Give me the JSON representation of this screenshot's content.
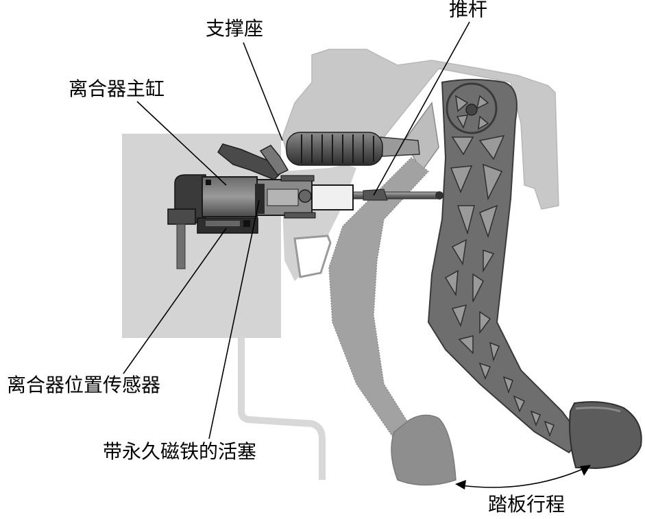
{
  "labels": {
    "support_seat": "支撑座",
    "push_rod": "推杆",
    "master_cylinder": "离合器主缸",
    "position_sensor": "离合器位置传感器",
    "magnet_piston": "带永久磁铁的活塞",
    "pedal_travel": "踏板行程"
  },
  "colors": {
    "bracket_light": "#c8c8c8",
    "bracket_mid": "#a8a8a8",
    "ghost_pedal": "#9e9e9e",
    "pedal_dark": "#6e6e6e",
    "pedal_outline": "#3a3a3a",
    "cylinder_body": "#505050",
    "line": "#000000"
  }
}
